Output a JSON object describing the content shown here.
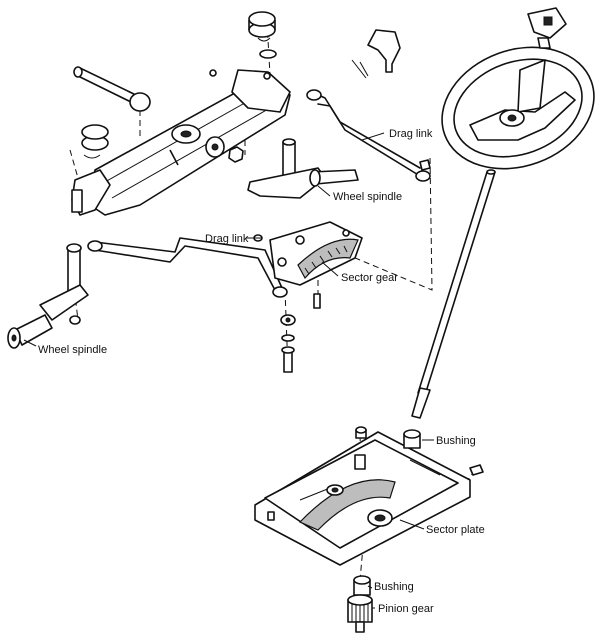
{
  "labels": {
    "drag_link_right": "Drag link",
    "wheel_spindle_right": "Wheel spindle",
    "drag_link_center": "Drag link",
    "sector_gear": "Sector gear",
    "wheel_spindle_left": "Wheel spindle",
    "bushing_top": "Bushing",
    "sector_plate": "Sector plate",
    "bushing_bottom": "Bushing",
    "pinion_gear": "Pinion gear"
  }
}
